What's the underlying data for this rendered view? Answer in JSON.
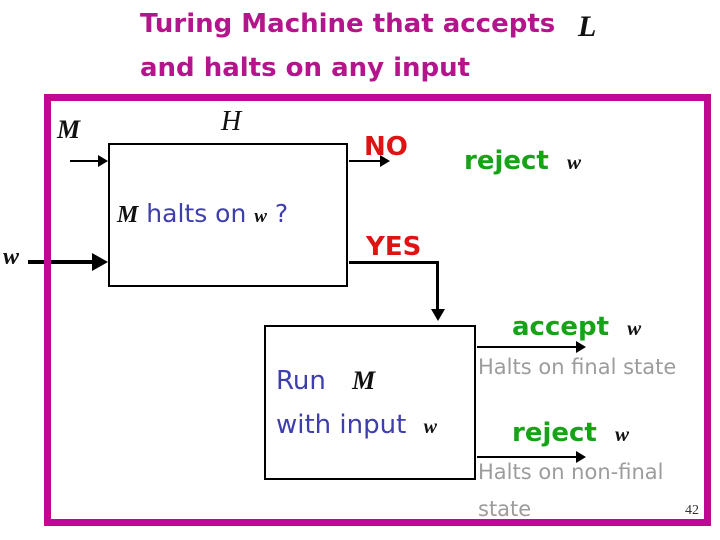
{
  "slide": {
    "title_line1": "Turing Machine that accepts",
    "title_math": "L",
    "title_line2": "and halts on any input",
    "page_number": "42"
  },
  "colors": {
    "title_magenta": "#b5158c",
    "frame_magenta": "#c20790",
    "no_yes_red": "#de1414",
    "accept_reject_green": "#17a317",
    "box_text_blue": "#3e3eac",
    "note_gray": "#9c9c9c",
    "math_black": "#111111"
  },
  "diagram": {
    "h_label": "H",
    "m_input_label": "M",
    "w_input_label": "w",
    "box1": {
      "m": "M",
      "text": "halts on",
      "w": "w",
      "question_mark": "?"
    },
    "no_label": "NO",
    "yes_label": "YES",
    "reject_top": {
      "verb": "reject",
      "w": "w"
    },
    "box2": {
      "line1_verb": "Run",
      "line1_math": "M",
      "line2_text": "with input",
      "line2_math": "w"
    },
    "accept": {
      "verb": "accept",
      "w": "w",
      "note": "Halts on final state"
    },
    "reject_bottom": {
      "verb": "reject",
      "w": "w",
      "note_line1": "Halts on non-final",
      "note_line2": "state"
    }
  }
}
